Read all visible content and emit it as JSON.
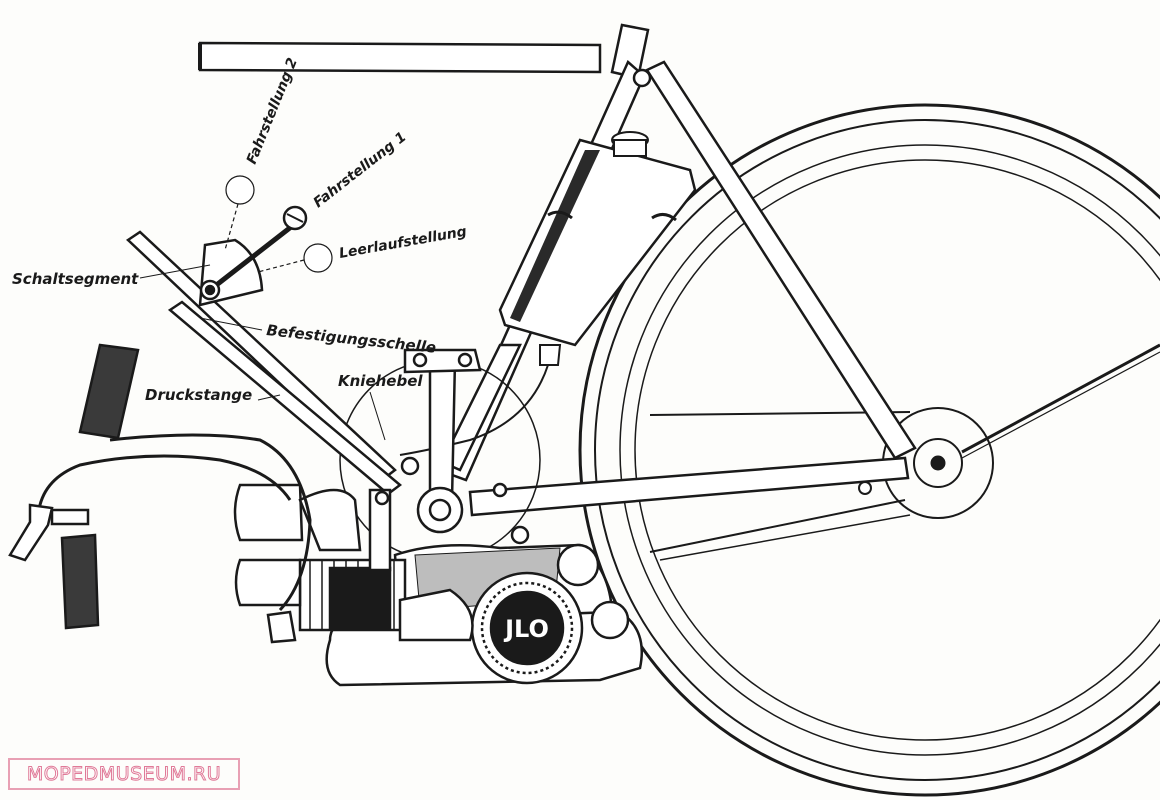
{
  "labels": {
    "fahrstellung_2": "Fahrstellung 2",
    "fahrstellung_1": "Fahrstellung 1",
    "leerlaufstellung": "Leerlaufstellung",
    "schaltsegment": "Schaltsegment",
    "befestigungsschelle": "Befestigungsschelle",
    "kniehebel": "Kniehebel",
    "druckstange": "Druckstange"
  },
  "engine_badge": "JLO",
  "watermark": "MOPEDMUSEUM.RU",
  "colors": {
    "ink": "#1a1a1a",
    "paper": "#fdfdfb",
    "watermark_border": "#e8a0b4"
  }
}
